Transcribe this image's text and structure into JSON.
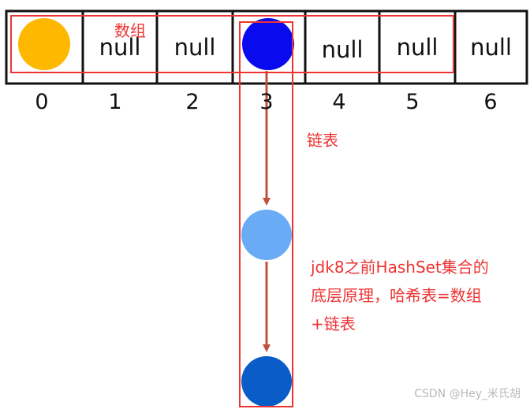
{
  "array": {
    "label": "数组",
    "cells": [
      {
        "text": "",
        "dot_color": "#FFB800"
      },
      {
        "text": "null"
      },
      {
        "text": "null"
      },
      {
        "text": "",
        "dot_color": "#0A0AEE"
      },
      {
        "text": "null"
      },
      {
        "text": "null"
      },
      {
        "text": "null"
      }
    ],
    "indices": [
      "0",
      "1",
      "2",
      "3",
      "4",
      "5",
      "6"
    ]
  },
  "linked_list": {
    "label": "链表",
    "nodes": [
      {
        "color": "#6AABF5"
      },
      {
        "color": "#0A5CC8"
      }
    ],
    "arrow_color": "#C0503C"
  },
  "note": {
    "lines": [
      "jdk8之前HashSet集合的",
      "底层原理，哈希表=数组",
      "+链表"
    ]
  },
  "colors": {
    "highlight_red": "#EE3333",
    "border": "#111111"
  },
  "watermark": "CSDN @Hey_米氏胡"
}
